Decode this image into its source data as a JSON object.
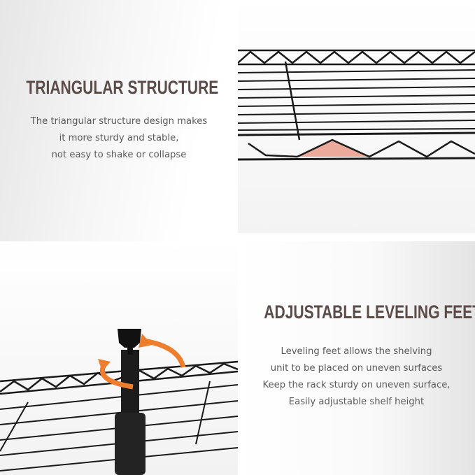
{
  "triangular": {
    "title": "TRIANGULAR STRUCTURE",
    "lines": [
      "The triangular structure design makes",
      "it more sturdy and stable,",
      "not easy to shake or collapse"
    ]
  },
  "leveling": {
    "title": "ADJUSTABLE LEVELING FEET",
    "lines": [
      "Leveling feet allows the shelving",
      "unit to be placed on uneven surfaces",
      "Keep the rack sturdy on uneven surface,",
      "Easily adjustable shelf height"
    ]
  },
  "colors": {
    "heading": "#5b4c4a",
    "body": "#5a5a5a",
    "highlight": "#e8907f",
    "arrow": "#ef7d2e"
  }
}
